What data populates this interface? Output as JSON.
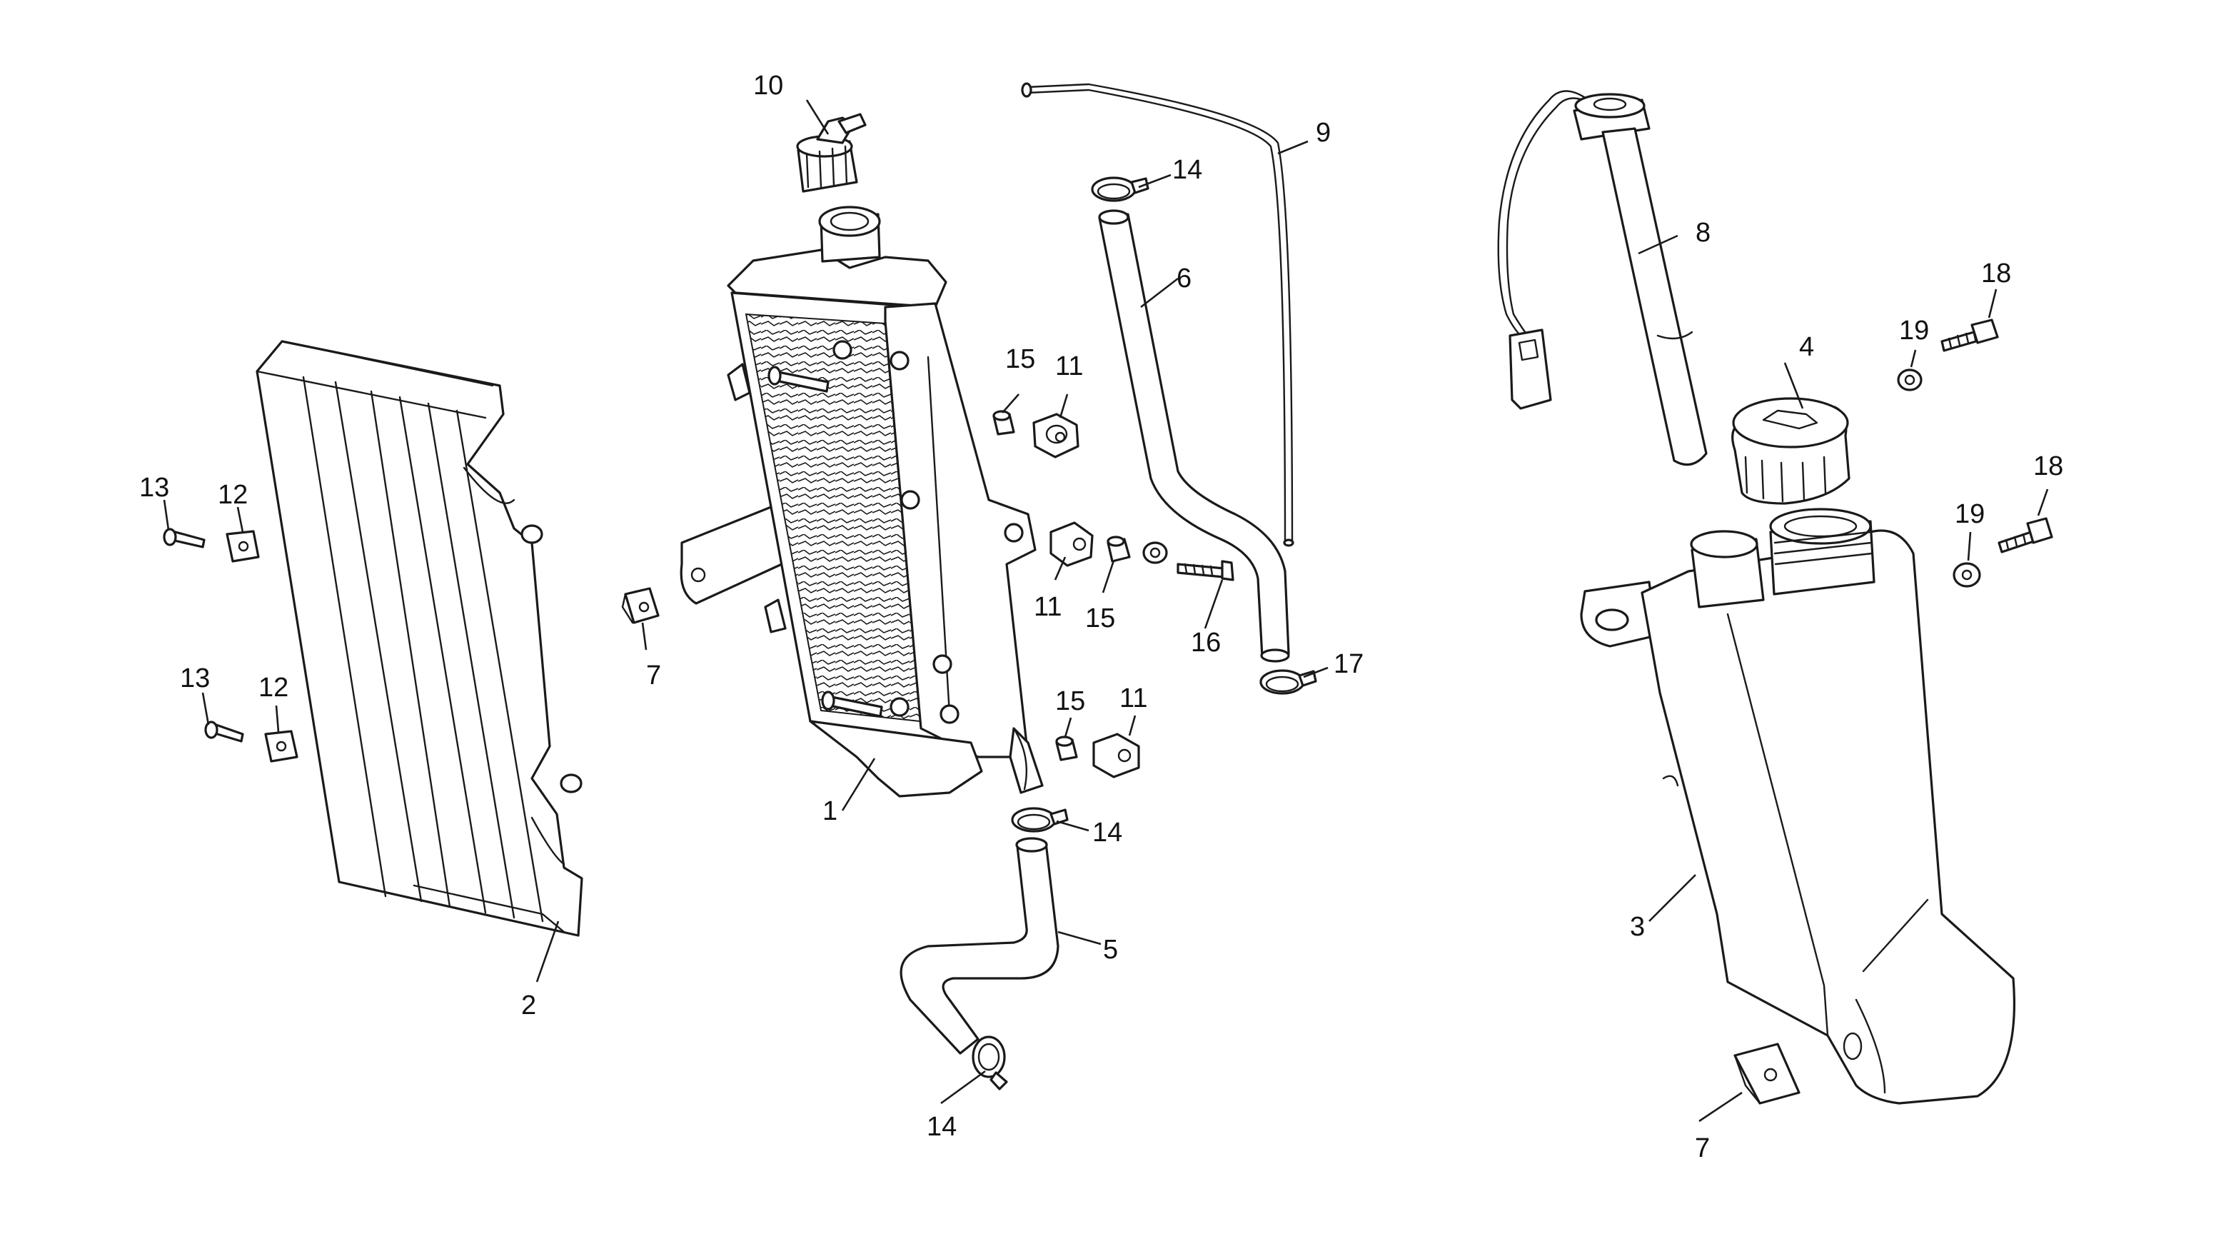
{
  "callouts": {
    "c1": "1",
    "c2": "2",
    "c3": "3",
    "c4": "4",
    "c5": "5",
    "c6": "6",
    "c7a": "7",
    "c7b": "7",
    "c8": "8",
    "c9": "9",
    "c10": "10",
    "c11a": "11",
    "c11b": "11",
    "c11c": "11",
    "c12a": "12",
    "c12b": "12",
    "c13a": "13",
    "c13b": "13",
    "c14a": "14",
    "c14b": "14",
    "c14c": "14",
    "c15a": "15",
    "c15b": "15",
    "c15c": "15",
    "c16": "16",
    "c17": "17",
    "c18a": "18",
    "c18b": "18",
    "c19a": "19",
    "c19b": "19"
  },
  "colors": {
    "line": "#1a1a1a",
    "background": "#ffffff"
  }
}
